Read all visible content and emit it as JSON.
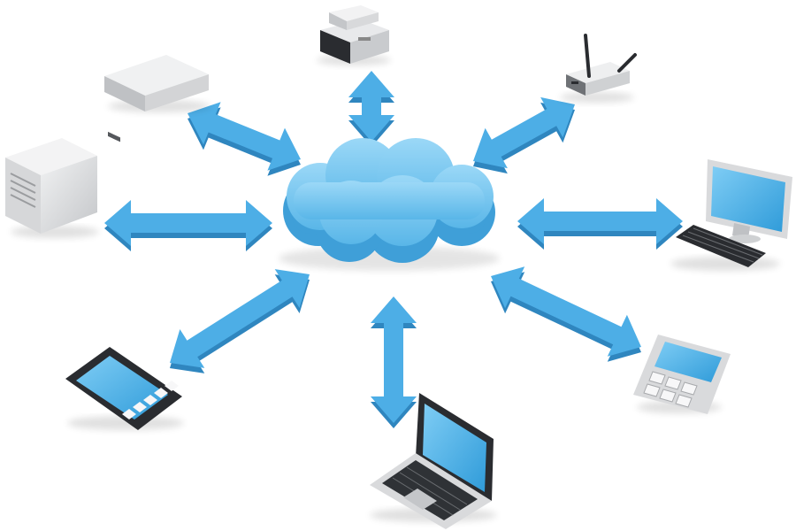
{
  "diagram": {
    "type": "cloud-network",
    "colors": {
      "accent": "#4daee6",
      "accent_light": "#8fd3f6",
      "accent_dark": "#2f86bf",
      "device_gray": "#d9dadc",
      "device_dark": "#2a2c30",
      "screen": "#4fb3ea",
      "background": "#ffffff"
    },
    "hub": {
      "icon": "cloud-icon"
    },
    "nodes": [
      {
        "id": "printer",
        "icon": "printer-icon"
      },
      {
        "id": "router",
        "icon": "wifi-router-icon"
      },
      {
        "id": "desktop",
        "icon": "desktop-computer-icon"
      },
      {
        "id": "phone",
        "icon": "mobile-phone-icon"
      },
      {
        "id": "laptop",
        "icon": "laptop-icon"
      },
      {
        "id": "tablet",
        "icon": "tablet-icon"
      },
      {
        "id": "tower-server",
        "icon": "tower-server-icon"
      },
      {
        "id": "rack-server",
        "icon": "rack-server-icon"
      }
    ],
    "connections": [
      {
        "from": "cloud",
        "to": "printer",
        "direction": "bidirectional"
      },
      {
        "from": "cloud",
        "to": "router",
        "direction": "bidirectional"
      },
      {
        "from": "cloud",
        "to": "desktop",
        "direction": "bidirectional"
      },
      {
        "from": "cloud",
        "to": "phone",
        "direction": "bidirectional"
      },
      {
        "from": "cloud",
        "to": "laptop",
        "direction": "bidirectional"
      },
      {
        "from": "cloud",
        "to": "tablet",
        "direction": "bidirectional"
      },
      {
        "from": "cloud",
        "to": "tower-server",
        "direction": "bidirectional"
      },
      {
        "from": "cloud",
        "to": "rack-server",
        "direction": "bidirectional"
      }
    ]
  }
}
